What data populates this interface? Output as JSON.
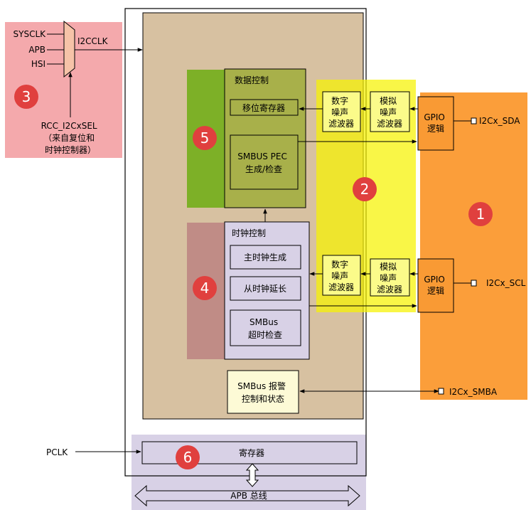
{
  "clock_mux": {
    "inputs": [
      "SYSCLK",
      "APB",
      "HSI"
    ],
    "output": "I2CCLK",
    "select_lines": [
      "RCC_I2CxSEL",
      "（来自复位和",
      "时钟控制器）"
    ]
  },
  "data_control": {
    "title": "数据控制",
    "shift_register": "移位寄存器",
    "pec_lines": [
      "SMBUS PEC",
      "生成/检查"
    ]
  },
  "clock_control": {
    "title": "时钟控制",
    "master_clock": "主时钟生成",
    "slave_clock": "从时钟延长",
    "timeout_lines": [
      "SMBus",
      "超时检查"
    ]
  },
  "smbus_alert": {
    "lines": [
      "SMBus 报警",
      "控制和状态"
    ]
  },
  "filters": {
    "digital": [
      "数字",
      "噪声",
      "滤波器"
    ],
    "analog": [
      "模拟",
      "噪声",
      "滤波器"
    ]
  },
  "gpio": {
    "lines": [
      "GPIO",
      "逻辑"
    ]
  },
  "pins": {
    "sda": "I2Cx_SDA",
    "scl": "I2Cx_SCL",
    "smba": "I2Cx_SMBA"
  },
  "pclk": "PCLK",
  "registers": "寄存器",
  "apb_bus": "APB 总线",
  "markers": [
    "1",
    "2",
    "3",
    "4",
    "5",
    "6"
  ],
  "colors": {
    "marker": "#e0403e",
    "pink_region": "#f4a9ac",
    "green_region": "#7db027",
    "yellow_region": "#fafa4a",
    "orange_region": "#fb9e3a",
    "dark_red_region": "#c08c86",
    "tan_core": "#d7c1a1",
    "lilac_box": "#d8d1e6",
    "pec_box": "#a8b04a",
    "filter_box": "#fbfb8a",
    "gpio_box": "#f99a34",
    "alert_box": "#fdfad6",
    "bus_region": "#d8d1e6"
  }
}
